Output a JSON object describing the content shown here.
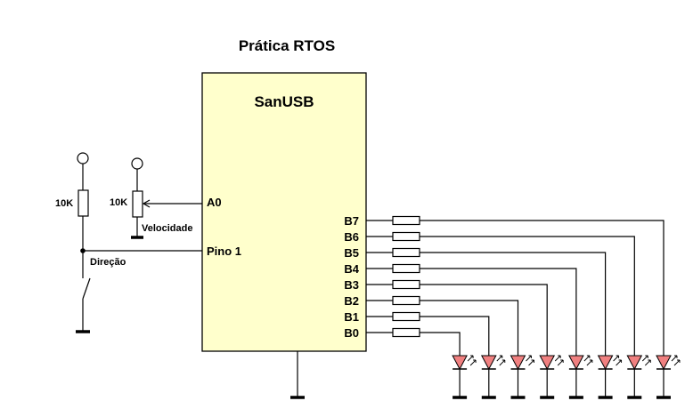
{
  "title": "Prática RTOS",
  "mcu": {
    "name": "SanUSB",
    "fill_color": "#ffffcc",
    "left_pins": {
      "a0": "A0",
      "pino1": "Pino 1"
    },
    "right_pins": [
      "B7",
      "B6",
      "B5",
      "B4",
      "B3",
      "B2",
      "B1",
      "B0"
    ]
  },
  "resistor_left": {
    "value": "10K"
  },
  "potentiometer": {
    "value": "10K",
    "label": "Velocidade"
  },
  "switch": {
    "label": "Direção"
  },
  "led": {
    "count": 8,
    "color": "#f08080"
  }
}
